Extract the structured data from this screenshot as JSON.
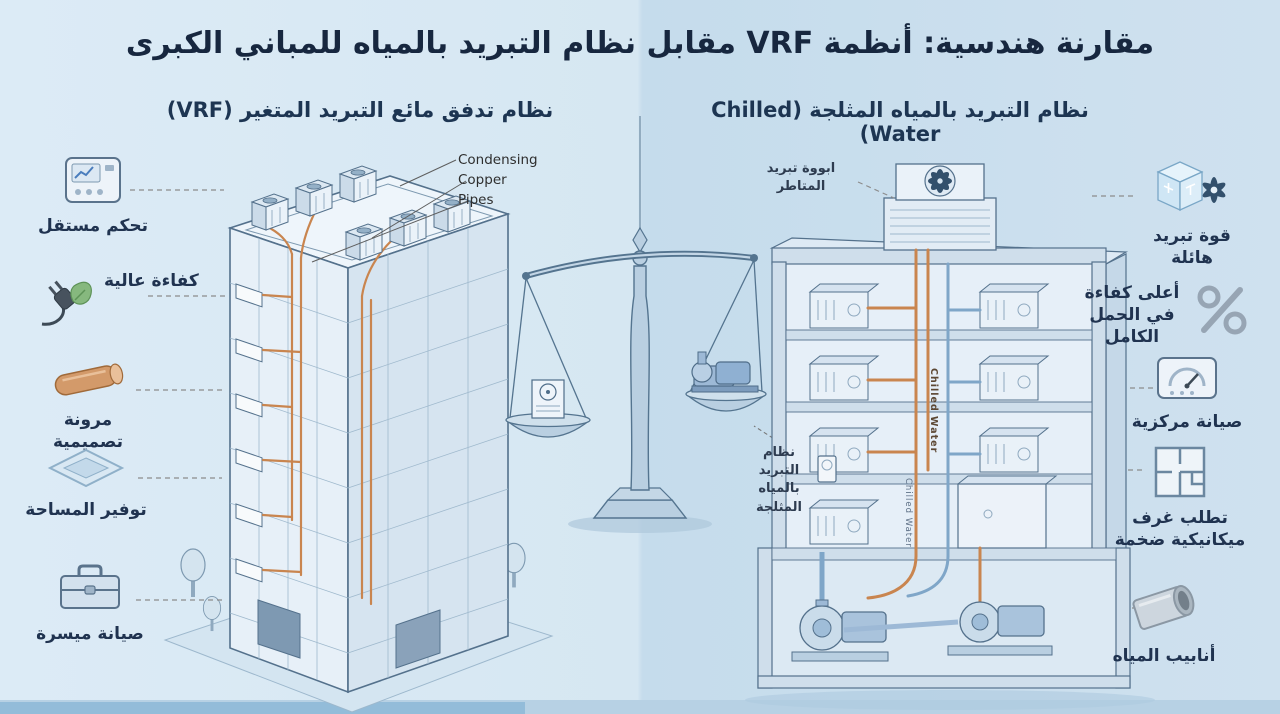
{
  "title": "مقارنة هندسية: أنظمة VRF مقابل نظام التبريد بالمياه للمباني الكبرى",
  "left_panel": {
    "header": "نظام تدفق مائع التبريد المتغير (VRF)",
    "features": [
      {
        "icon": "thermostat-icon",
        "label": "تحكم مستقل"
      },
      {
        "icon": "plug-leaf-icon",
        "label": "كفاءة عالية"
      },
      {
        "icon": "copper-pipe-icon",
        "label": "مرونة تصميمية"
      },
      {
        "icon": "floor-space-icon",
        "label": "توفير المساحة"
      },
      {
        "icon": "toolbox-icon",
        "label": "صيانة ميسرة"
      }
    ],
    "building_annotations": [
      "Condensing",
      "Copper",
      "Pipes"
    ]
  },
  "center": {
    "scale_item_label": "نظام التبريد بالمياه المثلجة"
  },
  "right_panel": {
    "header": "نظام التبريد بالمياه المثلجة (Chilled Water)",
    "cooling_tower_label": "ابووة تبريد المتاطر",
    "pipe_label": "Chilled Water",
    "features": [
      {
        "icon": "ice-cube-fan-icon",
        "label": "قوة تبريد هائلة"
      },
      {
        "icon": "percent-icon",
        "label": "أعلى كفاءة في الحمل الكامل"
      },
      {
        "icon": "gauge-icon",
        "label": "صيانة مركزية"
      },
      {
        "icon": "floor-plan-icon",
        "label": "تطلب غرف ميكانيكية ضخمة"
      },
      {
        "icon": "water-pipe-icon",
        "label": "أنابيب المياه"
      }
    ]
  },
  "colors": {
    "title_text": "#17273f",
    "outline": "#54718c",
    "copper_pipe": "#c9854f",
    "water_pipe": "#7fa6c8",
    "background_left": "#dcebf6",
    "background_right": "#c5dcec"
  }
}
